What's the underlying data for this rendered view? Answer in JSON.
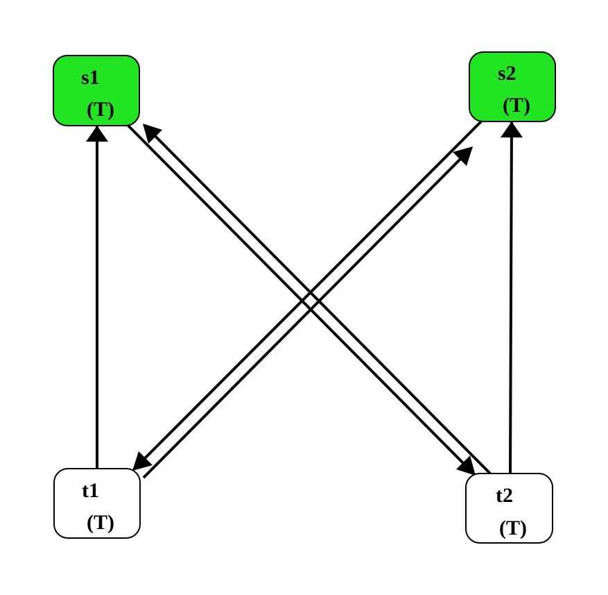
{
  "nodes": [
    {
      "id": "s1",
      "name": "s1",
      "sub": "(T)",
      "fill": "#22e522",
      "highlighted": true
    },
    {
      "id": "s2",
      "name": "s2",
      "sub": "(T)",
      "fill": "#22e522",
      "highlighted": true
    },
    {
      "id": "t1",
      "name": "t1",
      "sub": "(T)",
      "fill": "#ffffff",
      "highlighted": false
    },
    {
      "id": "t2",
      "name": "t2",
      "sub": "(T)",
      "fill": "#ffffff",
      "highlighted": false
    }
  ],
  "edges": [
    {
      "from": "t1",
      "to": "s1"
    },
    {
      "from": "t2",
      "to": "s2"
    },
    {
      "from": "s1",
      "to": "t2"
    },
    {
      "from": "t2",
      "to": "s1"
    },
    {
      "from": "t1",
      "to": "s2"
    },
    {
      "from": "s2",
      "to": "t1"
    }
  ],
  "colors": {
    "highlight": "#22e522",
    "default": "#ffffff",
    "stroke": "#000000"
  }
}
